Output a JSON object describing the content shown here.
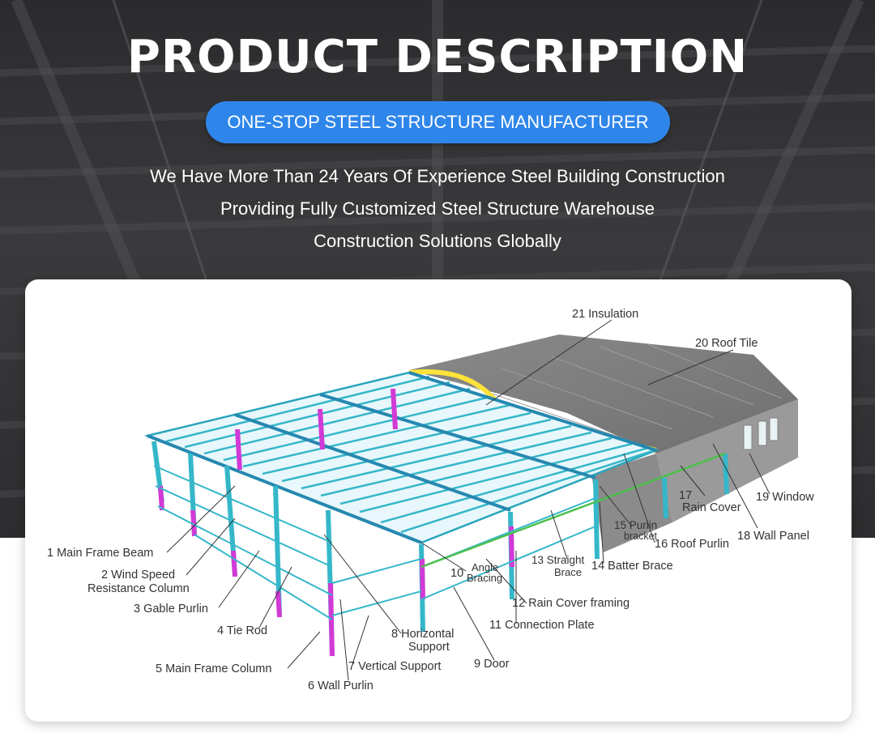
{
  "header": {
    "title": "PRODUCT DESCRIPTION",
    "badge": "ONE-STOP STEEL STRUCTURE MANUFACTURER",
    "description_lines": [
      "We Have More Than 24 Years Of Experience Steel Building Construction",
      "Providing Fully Customized Steel Structure Warehouse",
      "Construction Solutions Globally"
    ]
  },
  "diagram": {
    "labels": {
      "main_frame_beam": "1 Main Frame Beam",
      "wind_speed_1": "2 Wind Speed",
      "wind_speed_2": "Resistance Column",
      "gable_purlin": "3 Gable Purlin",
      "tie_rod": "4 Tie Rod",
      "main_frame_column": "5 Main Frame Column",
      "wall_purlin": "6 Wall Purlin",
      "vertical_support": "7 Vertical Support",
      "horizontal_support_1": "8 Horizontal",
      "horizontal_support_2": "Support",
      "door": "9 Door",
      "angle_bracing_num": "10",
      "angle_bracing_1": "Angle",
      "angle_bracing_2": "Bracing",
      "connection_plate": "11 Connection Plate",
      "rain_cover_framing": "12 Rain Cover framing",
      "straight_brace_1": "13 Straight",
      "straight_brace_2": "Brace",
      "batter_brace": "14 Batter Brace",
      "purlin_bracket_1": "15 Purlin",
      "purlin_bracket_2": "bracket",
      "roof_purlin": "16 Roof Purlin",
      "rain_cover_num": "17",
      "rain_cover": "Rain Cover",
      "wall_panel": "18 Wall Panel",
      "window": "19 Window",
      "roof_tile": "20 Roof Tile",
      "insulation": "21 Insulation"
    }
  },
  "colors": {
    "badge": "#2f86ea",
    "steel_frame": "#35b7c9",
    "columns_accent": "#d23ad6",
    "insulation": "#ffe23a",
    "roof_tile": "#808080"
  }
}
